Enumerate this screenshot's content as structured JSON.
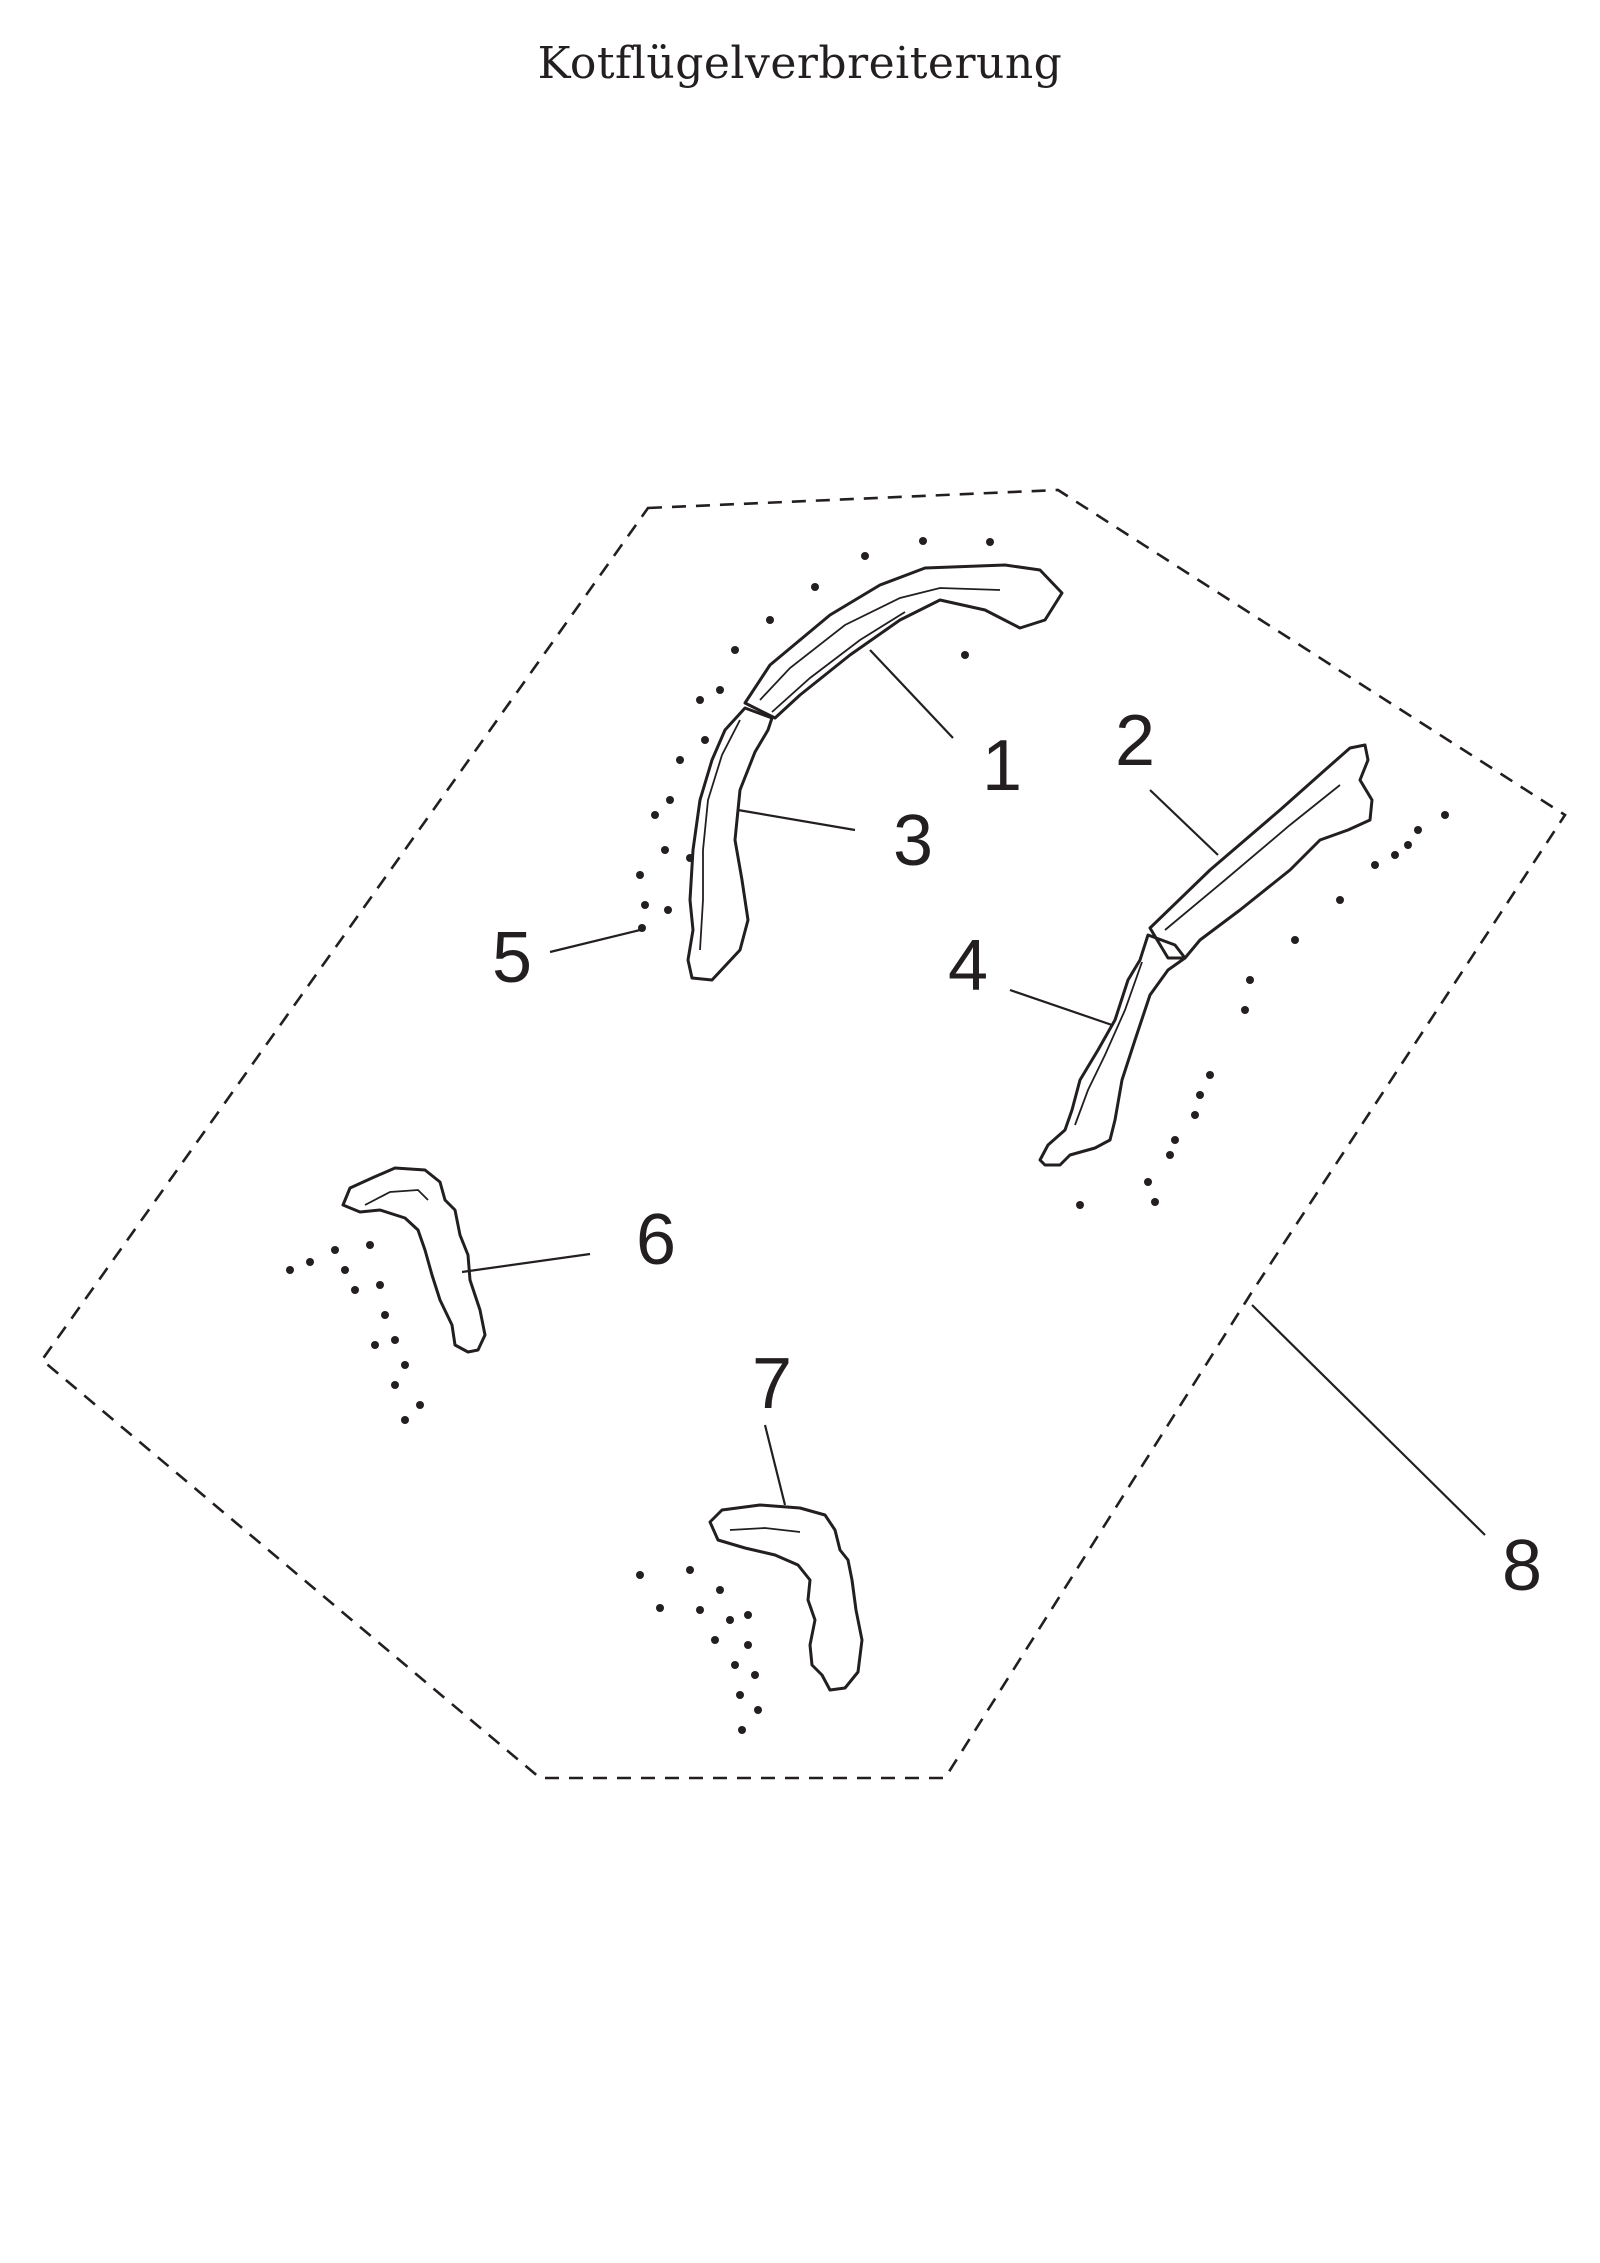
{
  "title": "Kotflügelverbreiterung",
  "colors": {
    "line": "#231f20",
    "background": "#ffffff"
  },
  "callouts": [
    {
      "id": "1",
      "label": "1"
    },
    {
      "id": "2",
      "label": "2"
    },
    {
      "id": "3",
      "label": "3"
    },
    {
      "id": "4",
      "label": "4"
    },
    {
      "id": "5",
      "label": "5"
    },
    {
      "id": "6",
      "label": "6"
    },
    {
      "id": "7",
      "label": "7"
    },
    {
      "id": "8",
      "label": "8"
    }
  ]
}
